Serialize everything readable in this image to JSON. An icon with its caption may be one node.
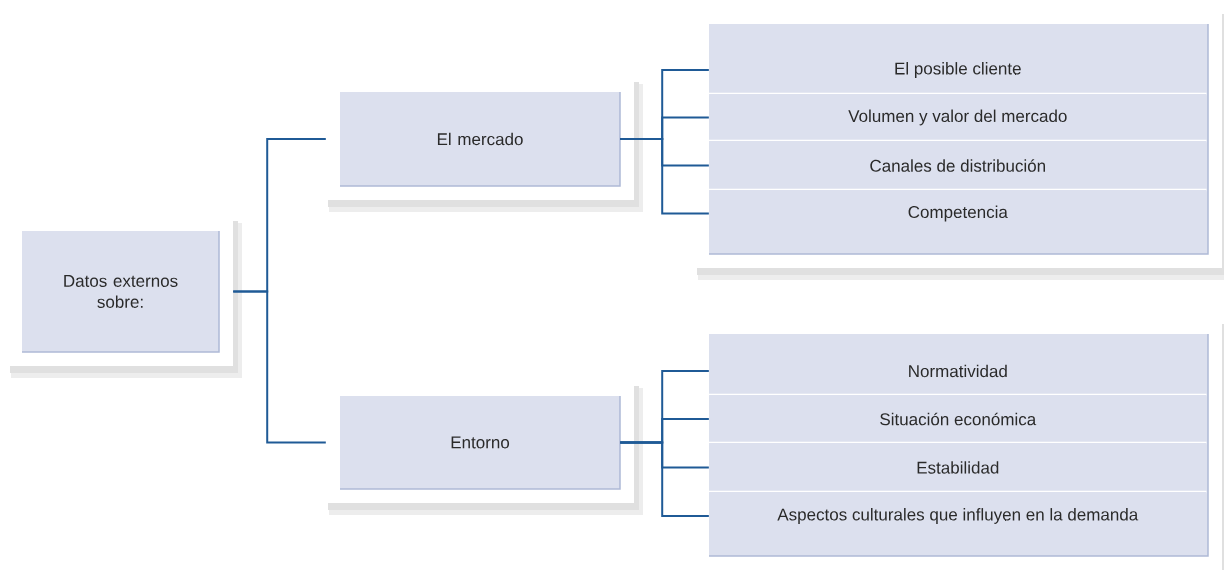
{
  "diagram": {
    "nodes": [
      {
        "text": [
          "Datos externos sobre:"
        ]
      },
      {
        "text": [
          "El mercado"
        ]
      },
      {
        "text": [
          "Entorno"
        ]
      },
      {
        "text": [],
        "shape": "box"
      },
      {
        "text": [
          "El posible cliente"
        ],
        "in": 3
      },
      {
        "text": [
          "Volumen y valor del mercado"
        ],
        "in": 3
      },
      {
        "text": [
          "Canales de distribución"
        ],
        "in": 3
      },
      {
        "text": [
          "Competencia"
        ],
        "in": 3
      },
      {
        "text": [],
        "shape": "box"
      },
      {
        "text": [
          "Normatividad"
        ],
        "in": 8
      },
      {
        "text": [
          "Situación económica"
        ],
        "in": 8
      },
      {
        "text": [
          "Estabilidad"
        ],
        "in": 8
      },
      {
        "text": [
          "Aspectos culturales que influyen en la demanda"
        ],
        "in": 8
      }
    ],
    "edges": [
      {
        "from": 0,
        "to": 1,
        "arrow": "none"
      },
      {
        "from": 0,
        "to": 2,
        "arrow": "none"
      },
      {
        "from": 1,
        "to": 4,
        "arrow": "none"
      },
      {
        "from": 1,
        "to": 5,
        "arrow": "none"
      },
      {
        "from": 1,
        "to": 6,
        "arrow": "none"
      },
      {
        "from": 1,
        "to": 7,
        "arrow": "none"
      },
      {
        "from": 2,
        "to": 9,
        "arrow": "none"
      },
      {
        "from": 2,
        "to": 10,
        "arrow": "none"
      },
      {
        "from": 2,
        "to": 11,
        "arrow": "none"
      },
      {
        "from": 2,
        "to": 12,
        "arrow": "none"
      }
    ]
  }
}
